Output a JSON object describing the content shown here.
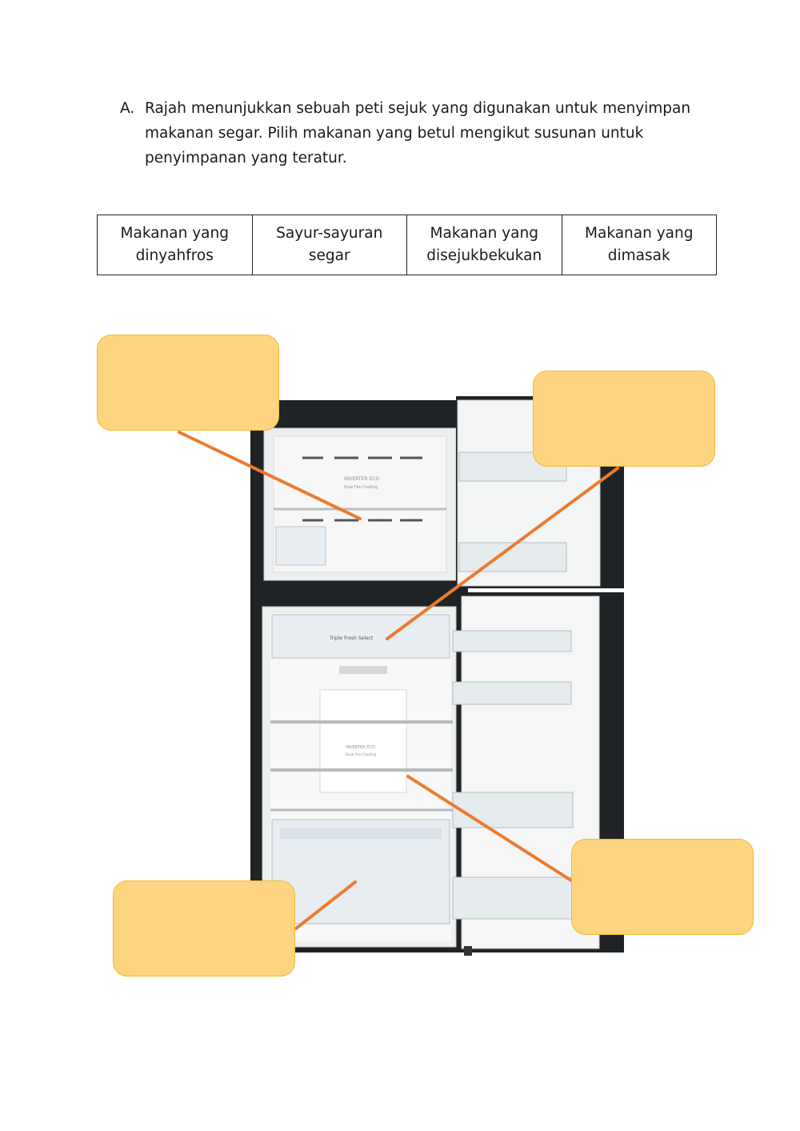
{
  "question": {
    "marker": "A.",
    "text": "Rajah menunjukkan sebuah peti sejuk yang digunakan untuk menyimpan makanan segar. Pilih makanan yang betul mengikut susunan untuk penyimpanan yang teratur."
  },
  "options": [
    {
      "line1": "Makanan yang",
      "line2": "dinyahfros"
    },
    {
      "line1": "Sayur-sayuran",
      "line2": "segar"
    },
    {
      "line1": "Makanan yang",
      "line2": "disejukbekukan"
    },
    {
      "line1": "Makanan yang",
      "line2": "dimasak"
    }
  ],
  "fridge_panel": {
    "line1": "INVERTER ECO",
    "line2": "Dual Fan Cooling",
    "crisper_label": "Triple Fresh Select"
  },
  "answer_boxes": [
    {
      "label": "",
      "target": "freezer-shelf"
    },
    {
      "label": "",
      "target": "chiller-compartment"
    },
    {
      "label": "",
      "target": "vegetable-crisper"
    },
    {
      "label": "",
      "target": "main-fridge-shelf"
    }
  ],
  "colors": {
    "box_fill": "#fdd580",
    "box_border": "#f2b93c",
    "connector": "#ec7b2f",
    "fridge_body": "#202326"
  }
}
